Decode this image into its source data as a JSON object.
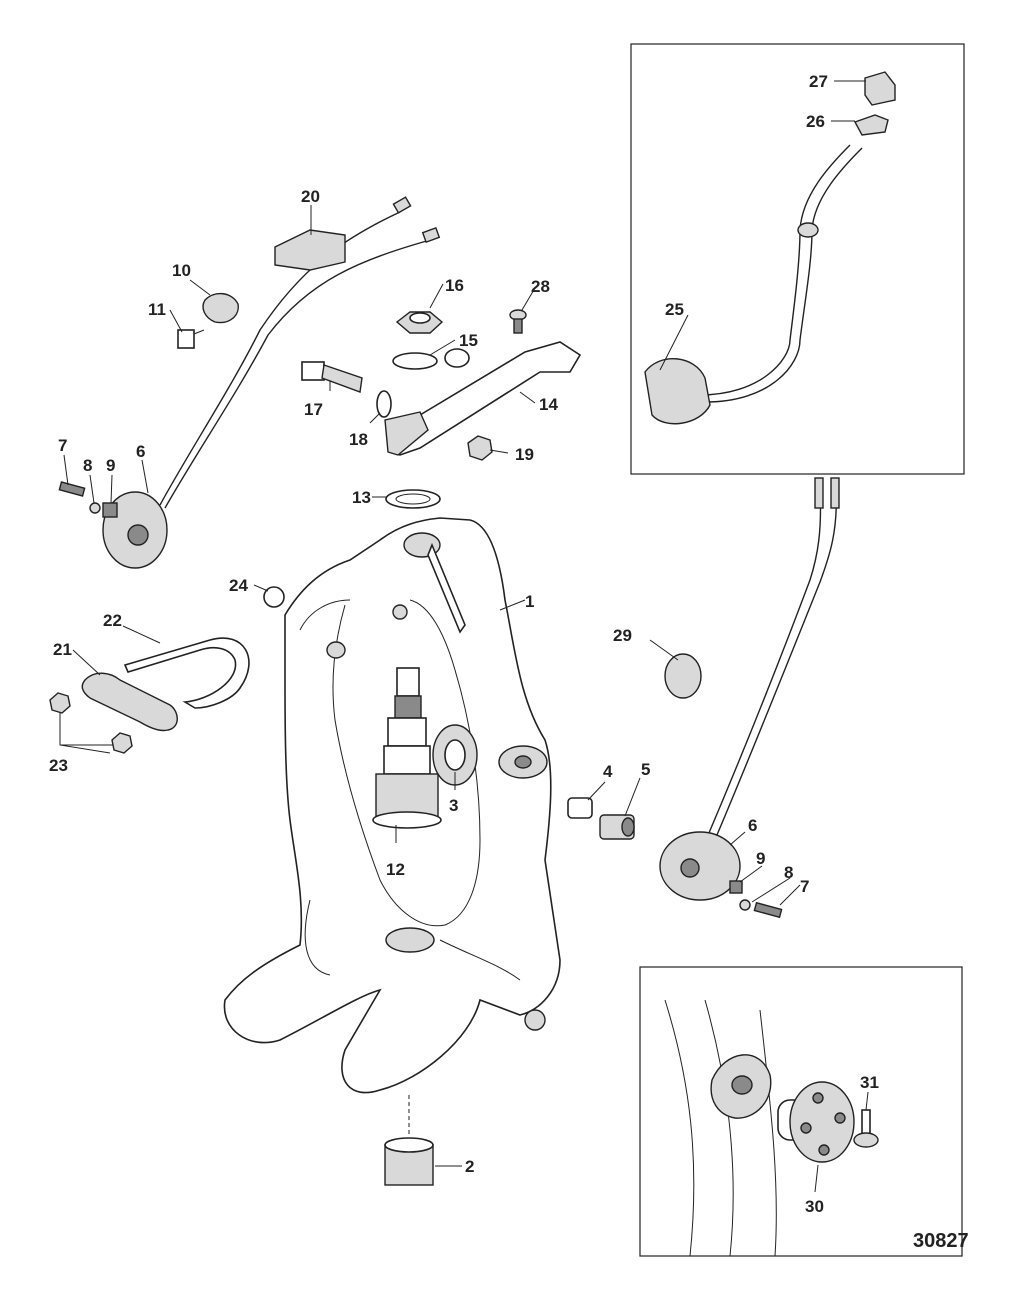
{
  "figure_number": "30827",
  "callouts": [
    {
      "id": "c1",
      "text": "1"
    },
    {
      "id": "c2",
      "text": "2"
    },
    {
      "id": "c3",
      "text": "3"
    },
    {
      "id": "c4",
      "text": "4"
    },
    {
      "id": "c5",
      "text": "5"
    },
    {
      "id": "c6a",
      "text": "6"
    },
    {
      "id": "c6b",
      "text": "6"
    },
    {
      "id": "c7a",
      "text": "7"
    },
    {
      "id": "c7b",
      "text": "7"
    },
    {
      "id": "c8a",
      "text": "8"
    },
    {
      "id": "c8b",
      "text": "8"
    },
    {
      "id": "c9a",
      "text": "9"
    },
    {
      "id": "c9b",
      "text": "9"
    },
    {
      "id": "c10",
      "text": "10"
    },
    {
      "id": "c11",
      "text": "11"
    },
    {
      "id": "c12",
      "text": "12"
    },
    {
      "id": "c13",
      "text": "13"
    },
    {
      "id": "c14",
      "text": "14"
    },
    {
      "id": "c15",
      "text": "15"
    },
    {
      "id": "c16",
      "text": "16"
    },
    {
      "id": "c17",
      "text": "17"
    },
    {
      "id": "c18",
      "text": "18"
    },
    {
      "id": "c19",
      "text": "19"
    },
    {
      "id": "c20",
      "text": "20"
    },
    {
      "id": "c21",
      "text": "21"
    },
    {
      "id": "c22",
      "text": "22"
    },
    {
      "id": "c23",
      "text": "23"
    },
    {
      "id": "c24",
      "text": "24"
    },
    {
      "id": "c25",
      "text": "25"
    },
    {
      "id": "c26",
      "text": "26"
    },
    {
      "id": "c27",
      "text": "27"
    },
    {
      "id": "c28",
      "text": "28"
    },
    {
      "id": "c29",
      "text": "29"
    },
    {
      "id": "c30",
      "text": "30"
    },
    {
      "id": "c31",
      "text": "31"
    }
  ]
}
